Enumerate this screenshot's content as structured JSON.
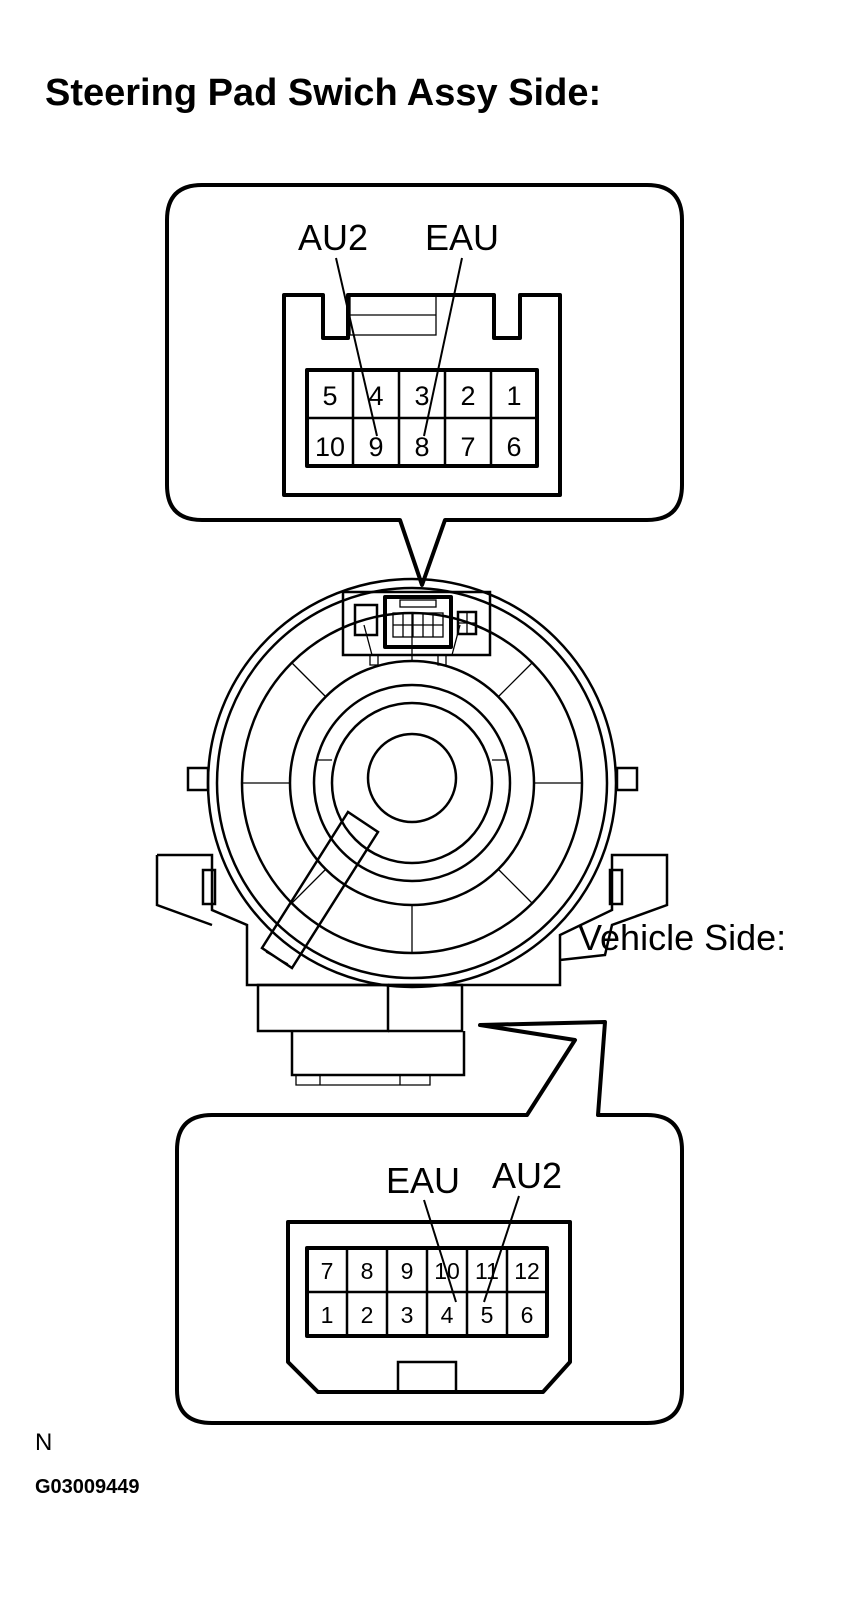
{
  "title": "Steering Pad Swich Assy Side:",
  "vehicle_side_label": "Vehicle Side:",
  "top_connector": {
    "callouts": [
      "AU2",
      "EAU"
    ],
    "pins_row1": [
      "5",
      "4",
      "3",
      "2",
      "1"
    ],
    "pins_row2": [
      "10",
      "9",
      "8",
      "7",
      "6"
    ]
  },
  "bottom_connector": {
    "callouts": [
      "EAU",
      "AU2"
    ],
    "pins_row1": [
      "7",
      "8",
      "9",
      "10",
      "11",
      "12"
    ],
    "pins_row2": [
      "1",
      "2",
      "3",
      "4",
      "5",
      "6"
    ]
  },
  "footer": {
    "letter": "N",
    "code": "G03009449"
  }
}
